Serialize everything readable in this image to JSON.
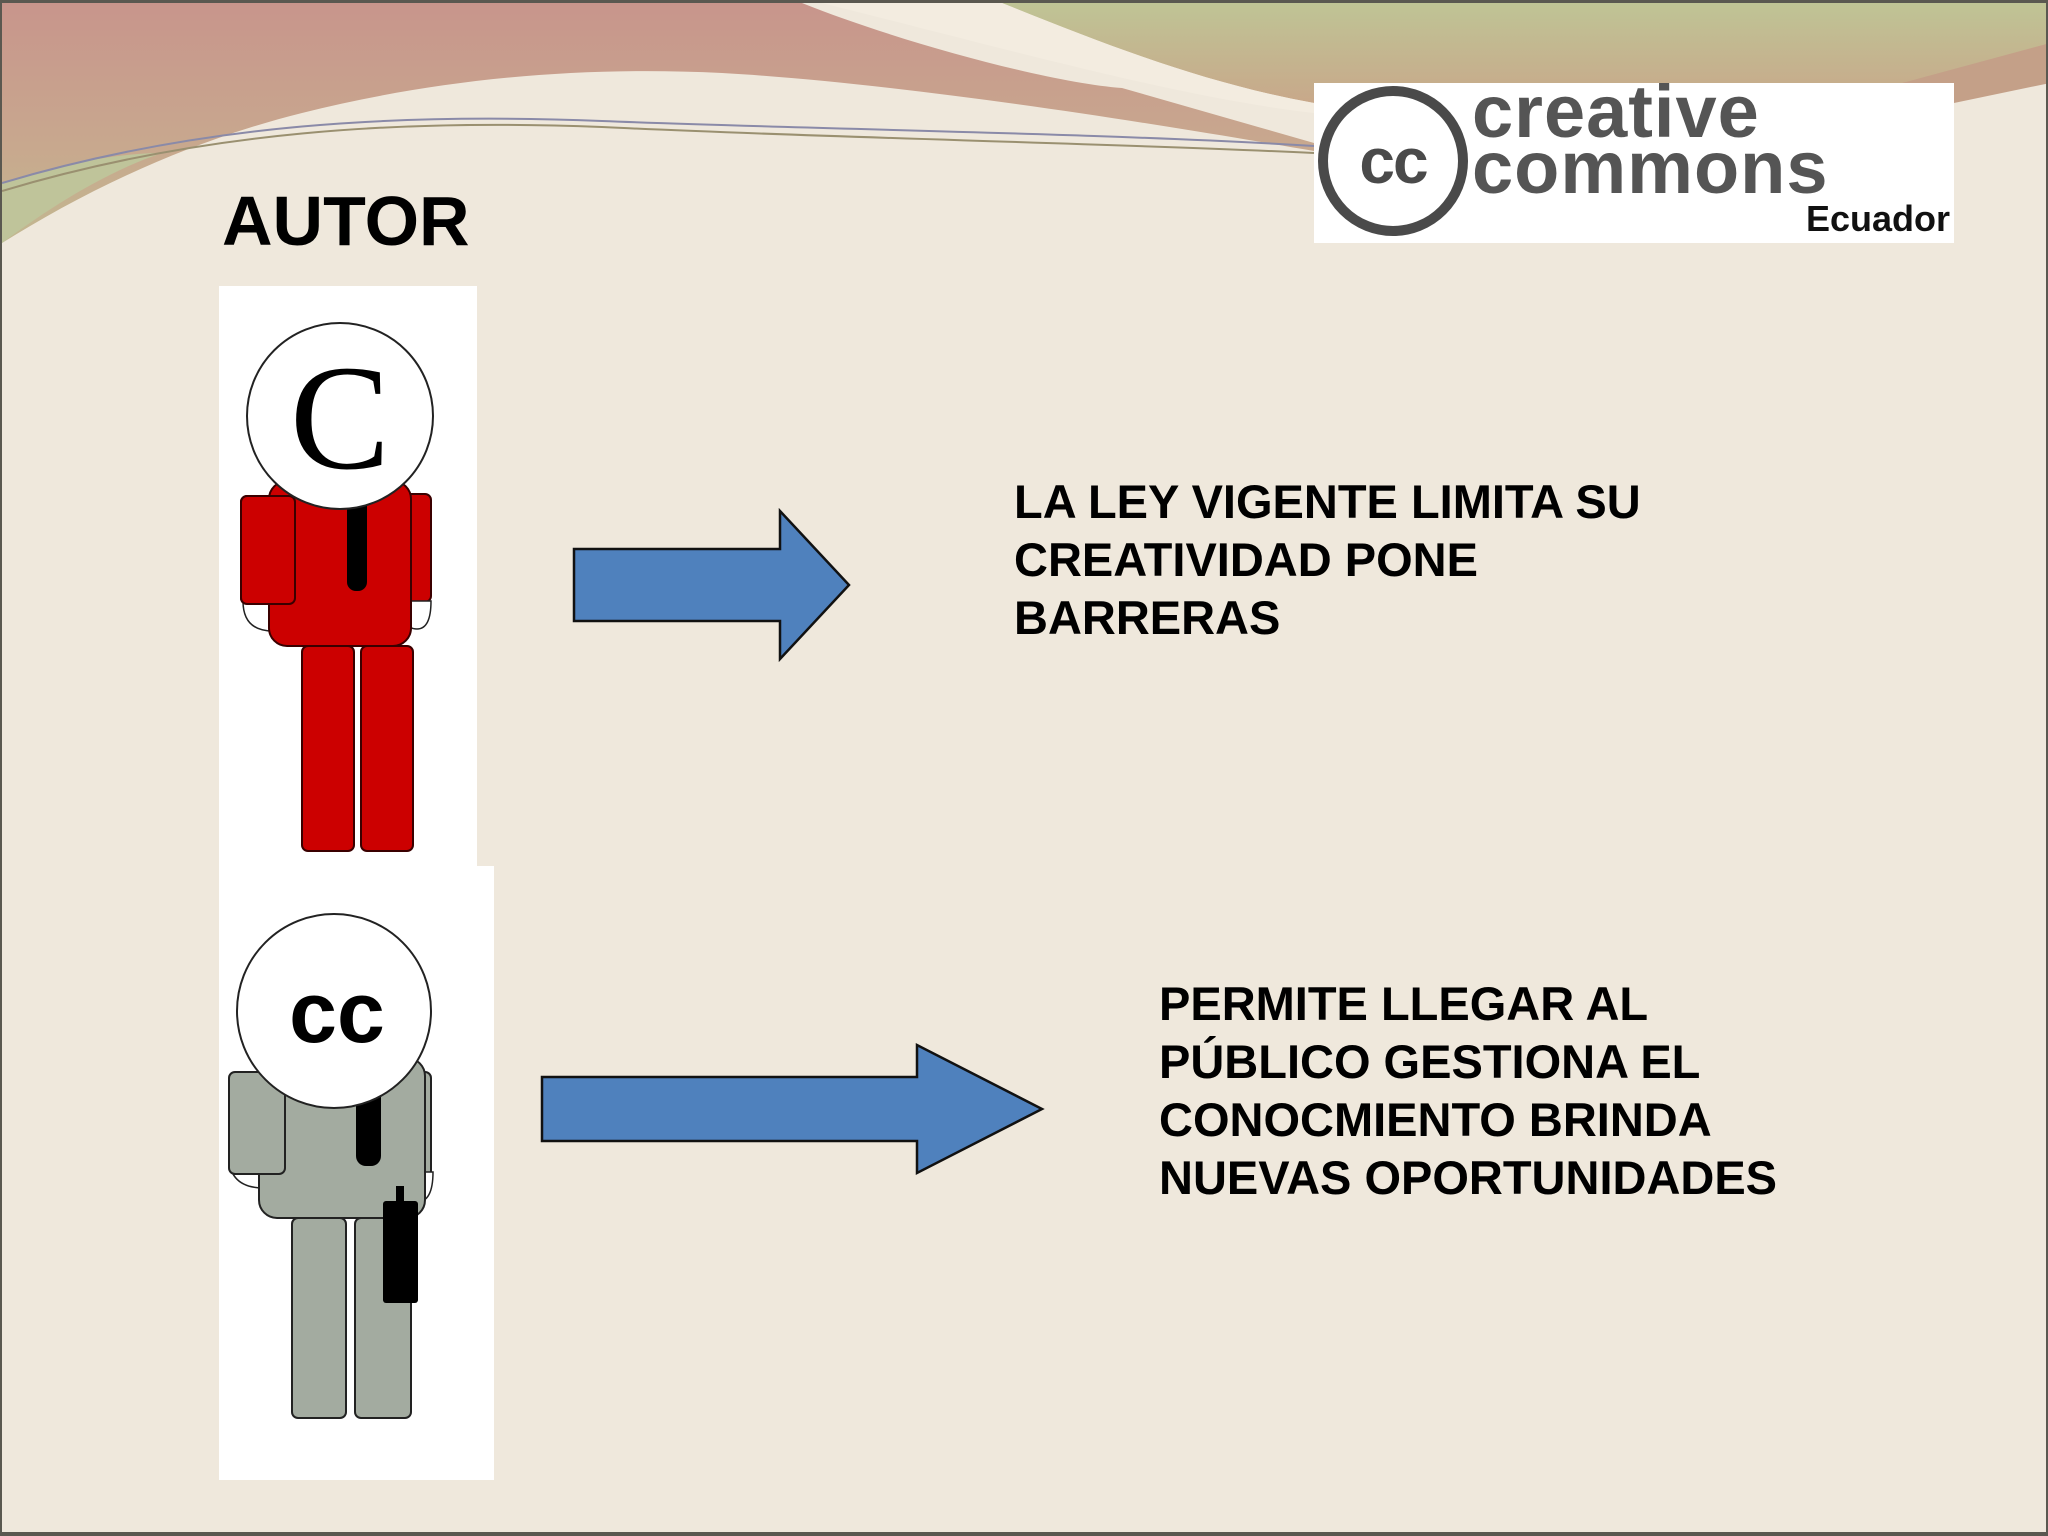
{
  "slide": {
    "title": "AUTOR",
    "logo": {
      "symbol": "cc",
      "line1": "creative",
      "line2": "commons",
      "line3": "Ecuador"
    },
    "figures": [
      {
        "head_symbol": "C",
        "suit_color": "#cc0000",
        "meaning": "copyright"
      },
      {
        "head_symbol": "cc",
        "suit_color": "#a3aba0",
        "meaning": "creative-commons",
        "accessory": "briefcase"
      }
    ],
    "statements": [
      {
        "text": "LA LEY VIGENTE LIMITA SU\nCREATIVIDAD PONE\nBARRERAS"
      },
      {
        "text": "PERMITE LLEGAR AL\nPÚBLICO GESTIONA EL\nCONOCMIENTO BRINDA\nNUEVAS OPORTUNIDADES"
      }
    ],
    "colors": {
      "background": "#efe8dc",
      "arrow_fill": "#4f81bd",
      "header_rose": "#c89a8a",
      "header_olive": "#bfc39a"
    }
  }
}
